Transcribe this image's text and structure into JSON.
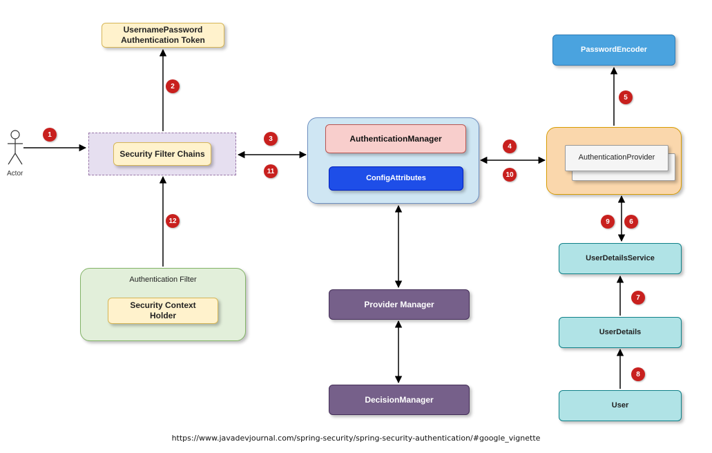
{
  "nodes": {
    "token": "UsernamePassword\nAuthentication Token",
    "security_filter_chains": "Security Filter Chains",
    "authentication_filter": "Authentication Filter",
    "security_context_holder": "Security Context\nHolder",
    "authentication_manager": "AuthenticationManager",
    "config_attributes": "ConfigAttributes",
    "provider_manager": "Provider Manager",
    "decision_manager": "DecisionManager",
    "password_encoder": "PasswordEncoder",
    "authentication_provider": "AuthenticationProvider",
    "user_details_service": "UserDetailsService",
    "user_details": "UserDetails",
    "user": "User"
  },
  "actor_label": "Actor",
  "steps": [
    "1",
    "2",
    "3",
    "4",
    "5",
    "6",
    "7",
    "8",
    "9",
    "10",
    "11",
    "12"
  ],
  "colors": {
    "badge": "#c8201e",
    "arrow": "#000000"
  },
  "source_url": "https://www.javadevjournal.com/spring-security/spring-security-authentication/#google_vignette"
}
